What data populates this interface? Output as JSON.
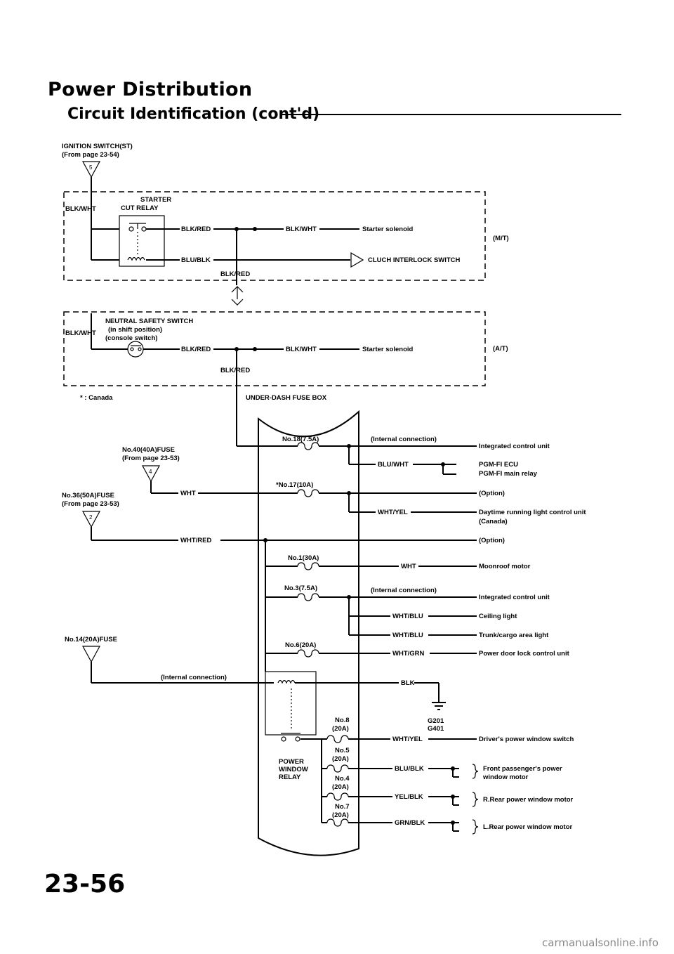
{
  "header": {
    "title": "Power Distribution",
    "subtitle": "Circuit Identification (cont'd)"
  },
  "page_number": "23-56",
  "watermark": "carmanualsonline.info",
  "sources": {
    "ignition_switch": [
      "IGNITION SWITCH(ST)",
      "(From page 23-54)"
    ],
    "ign_terminal": "5",
    "fuse40": [
      "No.40(40A)FUSE",
      "(From page 23-53)"
    ],
    "fuse40_terminal": "4",
    "fuse36": [
      "No.36(50A)FUSE",
      "(From page 23-53)"
    ],
    "fuse36_terminal": "2",
    "fuse14": "No.14(20A)FUSE"
  },
  "mt_box": {
    "tag": "(M/T)",
    "relay_label": [
      "STARTER",
      "CUT RELAY"
    ],
    "wire_in": "BLK/WHT",
    "wire_out1": "BLK/RED",
    "wire_out2": "BLU/BLK",
    "wire_to_solenoid": "BLK/WHT",
    "solenoid": "Starter solenoid",
    "switch": "CLUCH INTERLOCK SWITCH",
    "wire_down": "BLK/RED"
  },
  "at_box": {
    "tag": "(A/T)",
    "switch_label": [
      "NEUTRAL SAFETY SWITCH",
      "(in shift position)",
      "(console switch)"
    ],
    "wire_in": "BLK/WHT",
    "wire_out": "BLK/RED",
    "wire_to_solenoid": "BLK/WHT",
    "solenoid": "Starter solenoid",
    "wire_down": "BLK/RED"
  },
  "canada_note": "* : Canada",
  "fuse_box": {
    "title": "UNDER-DASH FUSE BOX",
    "fuses": [
      "No.18(7.5A)",
      "*No.17(10A)",
      "No.1(30A)",
      "No.3(7.5A)",
      "No.6(20A)",
      "No.8",
      "(20A)",
      "No.5",
      "(20A)",
      "No.4",
      "(20A)",
      "No.7",
      "(20A)"
    ],
    "internal_connection": "(Internal connection)",
    "power_window_relay": [
      "POWER",
      "WINDOW",
      "RELAY"
    ]
  },
  "wires": {
    "wht": "WHT",
    "wht_red": "WHT/RED",
    "blu_wht": "BLU/WHT",
    "wht_yel": "WHT/YEL",
    "wht2": "WHT",
    "wht_blu1": "WHT/BLU",
    "wht_blu2": "WHT/BLU",
    "wht_grn": "WHT/GRN",
    "blk": "BLK",
    "wht_yel2": "WHT/YEL",
    "blu_blk": "BLU/BLK",
    "yel_blk": "YEL/BLK",
    "grn_blk": "GRN/BLK"
  },
  "ground": [
    "G201",
    "G401"
  ],
  "loads": {
    "icu1": "Integrated control unit",
    "pgm_ecu": "PGM-FI ECU",
    "pgm_relay": "PGM-FI main relay",
    "option1": "(Option)",
    "drl": "Daytime running light control unit",
    "drl_canada": "(Canada)",
    "option2": "(Option)",
    "moonroof": "Moonroof motor",
    "icu2": "Integrated control unit",
    "ceiling": "Ceiling light",
    "trunk": "Trunk/cargo area light",
    "door_lock": "Power door lock control unit",
    "drivers_window": "Driver's power window switch",
    "front_pass": [
      "Front passenger's power",
      "window motor"
    ],
    "r_rear": "R.Rear power window motor",
    "l_rear": "L.Rear power window motor"
  }
}
